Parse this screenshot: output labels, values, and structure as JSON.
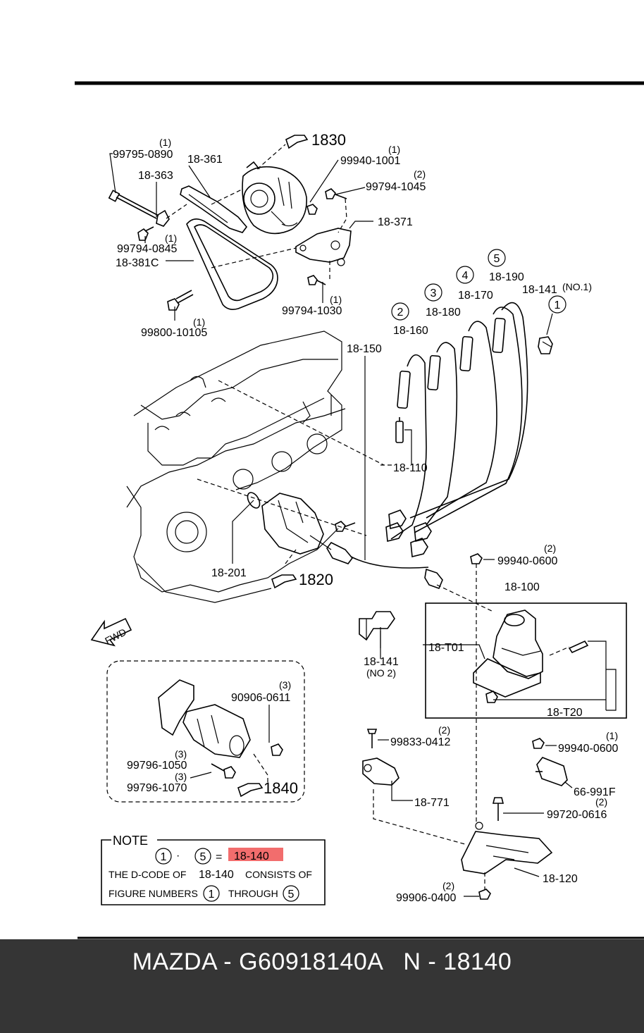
{
  "callouts": {
    "c1830": "1830",
    "c1820": "1820",
    "c1840": "1840"
  },
  "parts": {
    "p99795_0890": "99795-0890",
    "q99795_0890": "(1)",
    "p18_361": "18-361",
    "p18_363": "18-363",
    "p99794_0845": "99794-0845",
    "q99794_0845": "(1)",
    "p18_381c": "18-381C",
    "p99800_10105": "99800-10105",
    "q99800_10105": "(1)",
    "p99940_1001": "99940-1001",
    "q99940_1001": "(1)",
    "p99794_1045": "99794-1045",
    "q99794_1045": "(2)",
    "p18_371": "18-371",
    "p99794_1030": "99794-1030",
    "q99794_1030": "(1)",
    "p18_190": "18-190",
    "n18_190": "5",
    "p18_170": "18-170",
    "n18_170": "4",
    "p18_180": "18-180",
    "n18_180": "3",
    "p18_160": "18-160",
    "n18_160": "2",
    "p18_141_no1": "18-141",
    "q18_141_no1": "(NO.1)",
    "n18_141": "1",
    "p18_150": "18-150",
    "p18_110": "18-110",
    "p18_201": "18-201",
    "p99940_0600a": "99940-0600",
    "q99940_0600a": "(2)",
    "p18_100": "18-100",
    "p18_t01": "18-T01",
    "p18_t20": "18-T20",
    "p18_141_no2": "18-141",
    "q18_141_no2": "(NO 2)",
    "p99833_0412": "99833-0412",
    "q99833_0412": "(2)",
    "p99940_0600b": "99940-0600",
    "q99940_0600b": "(1)",
    "p18_771": "18-771",
    "p66_991f": "66-991F",
    "q66_991f": "(2)",
    "p99720_0616": "99720-0616",
    "p18_120": "18-120",
    "p99906_0400": "99906-0400",
    "q99906_0400": "(2)",
    "p90906_0611": "90906-0611",
    "q90906_0611": "(3)",
    "p99796_1050": "99796-1050",
    "q99796_1050": "(3)",
    "p99796_1070": "99796-1070",
    "q99796_1070": "(3)"
  },
  "fwd_label": "FWD",
  "note": {
    "title": "NOTE",
    "from": "1",
    "dot": "·",
    "to": "5",
    "equals": "=",
    "code": "18-140",
    "line2a": "THE D-CODE OF",
    "line2b": "18-140",
    "line2c": "CONSISTS OF",
    "line3a": "FIGURE NUMBERS",
    "line3b": "1",
    "line3c": "THROUGH",
    "line3d": "5"
  },
  "colors": {
    "highlight": "#f26d6d",
    "footer_bg": "#353535"
  },
  "footer": {
    "text": "MAZDA - G60918140A   N - 18140"
  }
}
